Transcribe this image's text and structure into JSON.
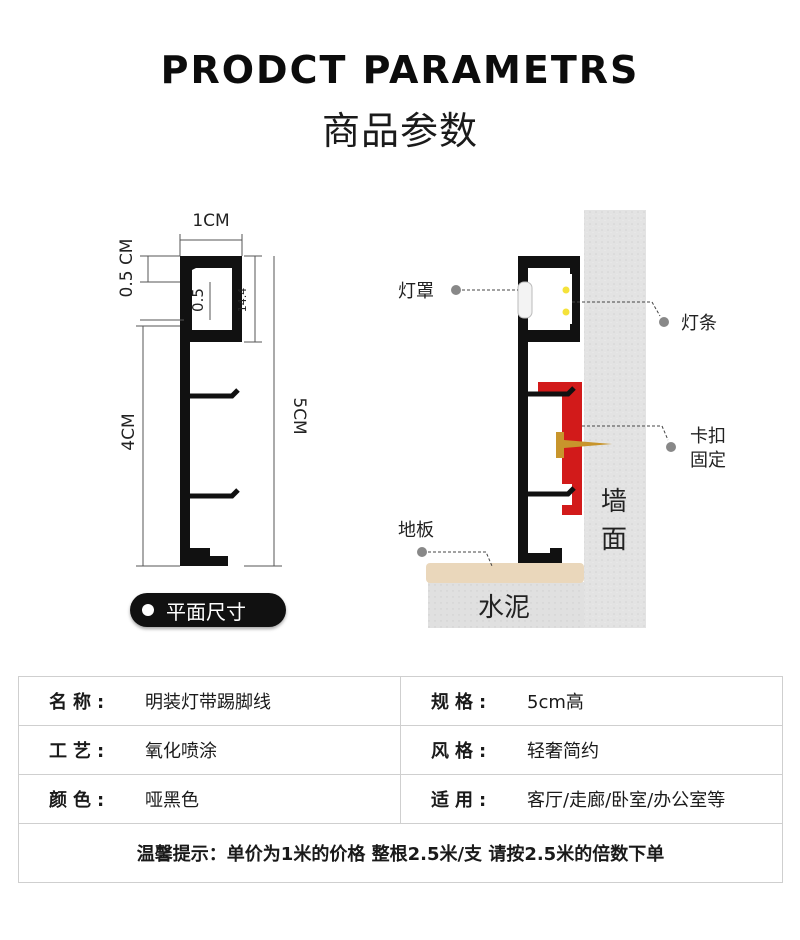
{
  "header": {
    "title_en": "PRODCT PARAMETRS",
    "title_cn": "商品参数"
  },
  "dimensions": {
    "width": "1CM",
    "top_height": "0.5 CM",
    "slot": "0.5",
    "inner": "14.4",
    "lower_height": "4CM",
    "total_height": "5CM"
  },
  "badge": {
    "label": "平面尺寸"
  },
  "install_labels": {
    "cover": "灯罩",
    "strip": "灯条",
    "clip_line1": "卡扣",
    "clip_line2": "固定",
    "floor": "地板",
    "wall_line1": "墙",
    "wall_line2": "面",
    "cement": "水泥"
  },
  "colors": {
    "profile": "#111111",
    "clip": "#d21a1a",
    "screw": "#c8952c",
    "wall": "#e3e3e3",
    "floor": "#ead7bb"
  },
  "specs": {
    "rows": [
      {
        "label1": "名称:",
        "value1": "明装灯带踢脚线",
        "label2": "规格:",
        "value2": "5cm高"
      },
      {
        "label1": "工艺:",
        "value1": "氧化喷涂",
        "label2": "风格:",
        "value2": "轻奢简约"
      },
      {
        "label1": "颜色:",
        "value1": "哑黑色",
        "label2": "适用:",
        "value2": "客厅/走廊/卧室/办公室等"
      }
    ],
    "notice": "温馨提示：单价为1米的价格  整根2.5米/支  请按2.5米的倍数下单"
  }
}
